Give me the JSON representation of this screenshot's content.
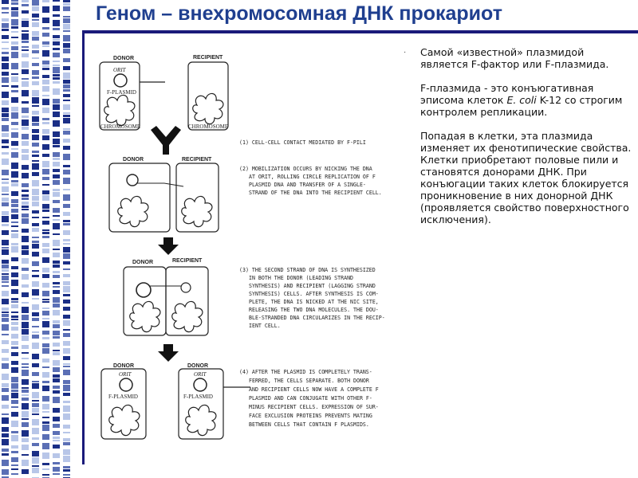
{
  "title": "Геном – внехромосомная ДНК прокариот",
  "colors": {
    "title": "#1f3f8f",
    "rule": "#1a1a7a",
    "dna_dark": "#1b2f86",
    "dna_mid": "#5b6fb5",
    "dna_light": "#b8c6e8"
  },
  "diagram": {
    "labels": {
      "donor": "DONOR",
      "recipient": "RECIPIENT",
      "orit": "ORIT",
      "f_plasmid": "F-PLASMID",
      "chromosome": "CHROMOSOME"
    },
    "steps": [
      [
        "(1) CELL-CELL CONTACT MEDIATED BY F-PILI"
      ],
      [
        "(2) MOBILIZATION OCCURS BY NICKING THE DNA",
        "AT ORIT, ROLLING CIRCLE REPLICATION OF F",
        "PLASMID DNA AND TRANSFER OF A SINGLE-",
        "STRAND OF THE DNA INTO THE RECIPIENT CELL."
      ],
      [
        "(3) THE SECOND STRAND OF DNA IS SYNTHESIZED",
        "IN BOTH THE DONOR (LEADING STRAND",
        "SYNTHESIS) AND RECIPIENT (LAGGING STRAND",
        "SYNTHESIS) CELLS.  AFTER SYNTHESIS IS COM-",
        "PLETE, THE DNA IS NICKED AT THE NIC SITE,",
        "RELEASING THE TWO DNA MOLECULES. THE DOU-",
        "BLE-STRANDED DNA CIRCULARIZES IN THE RECIP-",
        "IENT CELL."
      ],
      [
        "(4) AFTER THE PLASMID IS COMPLETELY TRANS-",
        "FERRED, THE CELLS SEPARATE.  BOTH DONOR",
        "AND RECIPIENT CELLS NOW HAVE A COMPLETE F",
        "PLASMID AND CAN CONJUGATE WITH OTHER F-",
        "MINUS RECIPIENT CELLS.  EXPRESSION OF SUR-",
        "FACE EXCLUSION PROTEINS PREVENTS MATING",
        "BETWEEN CELLS THAT CONTAIN F PLASMIDS."
      ]
    ]
  },
  "text": {
    "bullet": "·",
    "p1": "Самой «известной» плазмидой является F-фактор или F-плазмида.",
    "p2_pre": "F-плазмида - это конъюгативная эписома клеток ",
    "p2_em": "E. coli",
    "p2_post": " K-12 со строгим контролем репликации.",
    "p3": "Попадая в клетки, эта плазмида изменяет их фенотипические свойства. Клетки приобретают половые пили и становятся донорами ДНК. При конъюгации таких клеток блокируется проникновение в них донорной ДНК (проявляется свойство поверхностного исключения)."
  }
}
